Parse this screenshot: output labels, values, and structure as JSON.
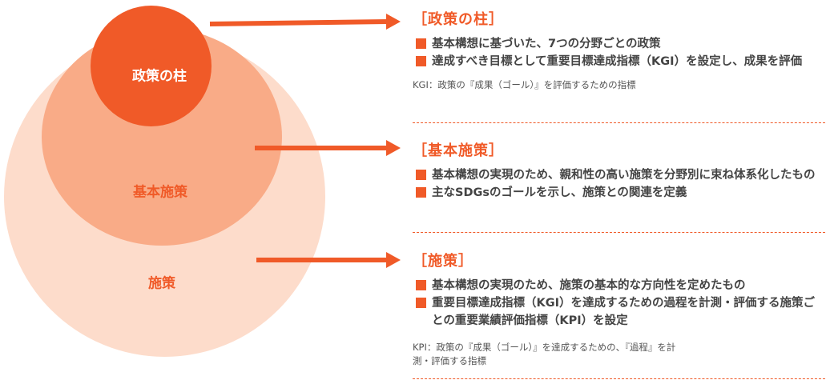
{
  "diagram": {
    "circles": [
      {
        "label": "施策",
        "color": "#fddccb",
        "label_color": "#f05a28"
      },
      {
        "label": "基本施策",
        "color": "#f9ab87",
        "label_color": "#f05a28"
      },
      {
        "label": "政策の柱",
        "color": "#f05a28",
        "label_color": "#ffffff"
      }
    ],
    "accent": "#f05a28"
  },
  "sections": [
    {
      "title": "［政策の柱］",
      "bullets": [
        "基本構想に基づいた、7つの分野ごとの政策",
        "達成すべき目標として重要目標達成指標（KGI）を設定し、成果を評価"
      ],
      "note": "KGI：政策の『成果（ゴール）』を評価するための指標"
    },
    {
      "title": "［基本施策］",
      "bullets": [
        "基本構想の実現のため、親和性の高い施策を分野別に束ね体系化したもの",
        "主なSDGsのゴールを示し、施策との関連を定義"
      ]
    },
    {
      "title": "［施策］",
      "bullets": [
        "基本構想の実現のため、施策の基本的な方向性を定めたもの",
        "重要目標達成指標（KGI）を達成するための過程を計測・評価する施策ごとの重要業績評価指標（KPI）を設定"
      ],
      "note": "KPI：政策の『成果（ゴール）』を達成するための、『過程』を計測・評価する指標"
    }
  ]
}
